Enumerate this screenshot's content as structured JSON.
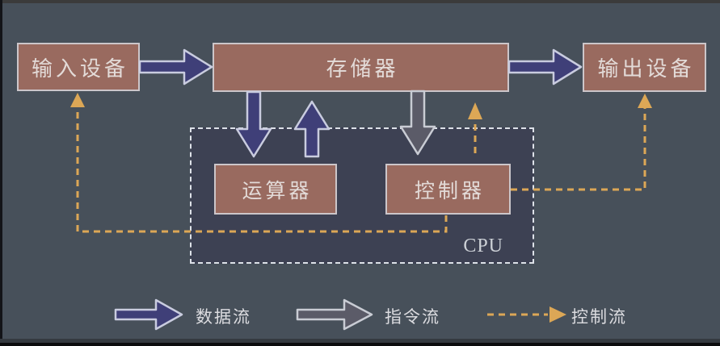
{
  "diagram": {
    "boxes": {
      "input": {
        "label": "输入设备"
      },
      "memory": {
        "label": "存储器"
      },
      "output": {
        "label": "输出设备"
      },
      "alu": {
        "label": "运算器"
      },
      "cu": {
        "label": "控制器"
      }
    },
    "cpu_label": "CPU",
    "legend": [
      {
        "id": "data-flow",
        "label": "数据流"
      },
      {
        "id": "instruction-flow",
        "label": "指令流"
      },
      {
        "id": "control-flow",
        "label": "控制流"
      }
    ],
    "icons": {
      "data_flow_arrow": "solid-block-arrow-icon",
      "instruction_flow_arrow": "outlined-block-arrow-icon",
      "control_flow_arrow": "dashed-arrow-icon"
    },
    "colors": {
      "background": "#47505a",
      "box_fill": "#996a5f",
      "box_border": "#ccc6ca",
      "box_text": "#e3dbd8",
      "cpu_fill": "#3d4153",
      "cpu_border": "#dde1e8",
      "cpu_text": "#ccd0d6",
      "data_arrow_fill": "#3f3f78",
      "data_arrow_stroke": "#c9ccdf",
      "instruction_arrow_fill": "#5b5b68",
      "instruction_arrow_stroke": "#c9ccd4",
      "control_color": "#dca756",
      "legend_text": "#dcdce0"
    }
  }
}
